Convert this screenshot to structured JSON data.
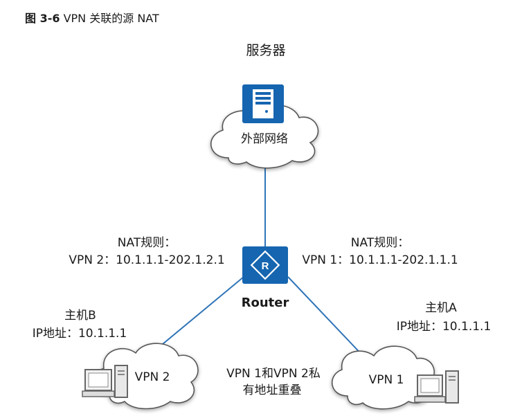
{
  "caption": {
    "label": "图 3-6",
    "title": "VPN 关联的源 NAT"
  },
  "server": {
    "title": "服务器"
  },
  "external_network": {
    "label": "外部网络"
  },
  "nat_rule_left": {
    "label": "NAT规则：",
    "rule": "VPN 2：10.1.1.1-202.1.2.1"
  },
  "nat_rule_right": {
    "label": "NAT规则：",
    "rule": "VPN 1：10.1.1.1-202.1.1.1"
  },
  "router": {
    "label": "Router",
    "icon": "router-icon",
    "glyph": "R"
  },
  "host_b": {
    "name": "主机B",
    "ip": "IP地址：10.1.1.1"
  },
  "host_a": {
    "name": "主机A",
    "ip": "IP地址：10.1.1.1"
  },
  "vpn2": {
    "label": "VPN 2"
  },
  "vpn1": {
    "label": "VPN 1"
  },
  "overlap_note": {
    "line1": "VPN 1和VPN 2私",
    "line2": "有地址重叠"
  },
  "colors": {
    "device_blue": "#1565b0",
    "line_blue": "#2f74b8",
    "cloud_outline": "#555555",
    "cloud_fill": "#ffffff"
  }
}
